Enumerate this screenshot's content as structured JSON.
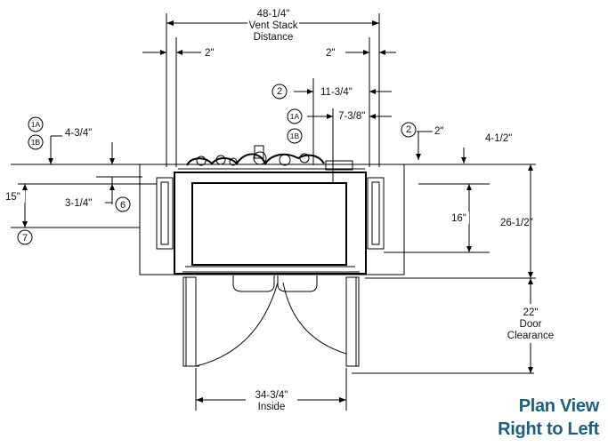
{
  "title": {
    "line1": "Plan View",
    "line2": "Right to Left"
  },
  "colors": {
    "title": "#1f5f7e",
    "lines": "#000000"
  },
  "dimensions": {
    "vent_stack": {
      "line1": "48-1/4\"",
      "line2": "Vent Stack",
      "line3": "Distance"
    },
    "left_offset": "2\"",
    "right_offset": "2\"",
    "d_11_3_4": "11-3/4\"",
    "d_7_3_8": "7-3/8\"",
    "d_2_right": "2\"",
    "d_4_3_4": "4-3/4\"",
    "d_4_1_2": "4-1/2\"",
    "d_15": "15\"",
    "d_3_1_4": "3-1/4\"",
    "d_16": "16\"",
    "d_26_1_2": "26-1/2\"",
    "door": {
      "line1": "22\"",
      "line2": "Door",
      "line3": "Clearance"
    },
    "inside": {
      "line1": "34-3/4\"",
      "line2": "Inside"
    }
  },
  "callouts": {
    "c2_top": "2",
    "c1a_mid": "1A",
    "c1b_mid": "1B",
    "c2_right": "2",
    "c1a_left": "1A",
    "c1b_left": "1B",
    "c6": "6",
    "c7": "7"
  }
}
